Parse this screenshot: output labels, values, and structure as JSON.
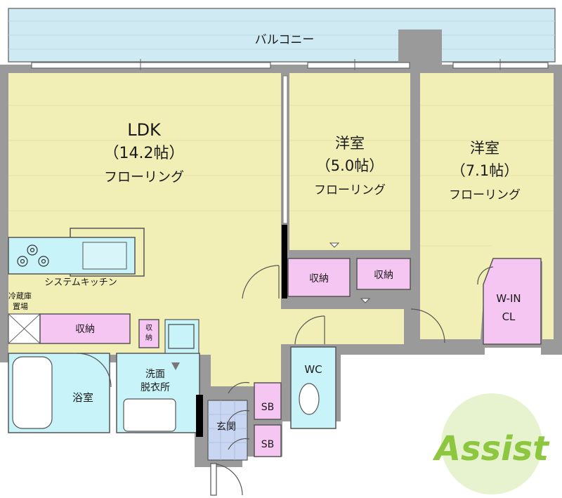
{
  "rooms": {
    "balcony": "バルコニー",
    "ldk_name": "LDK",
    "ldk_size": "（14.2帖）",
    "ldk_floor": "フローリング",
    "western1_name": "洋室",
    "western1_size": "（5.0帖）",
    "western1_floor": "フローリング",
    "western2_name": "洋室",
    "western2_size": "（7.1帖）",
    "western2_floor": "フローリング",
    "storage": "収納",
    "storage_small_1": "収",
    "storage_small_2": "納",
    "kitchen": "システムキッチン",
    "fridge_1": "冷蔵庫",
    "fridge_2": "置場",
    "bath": "浴室",
    "washroom_1": "洗面",
    "washroom_2": "脱衣所",
    "wc": "WC",
    "walkin_1": "W-IN",
    "walkin_2": "CL",
    "shoebox": "SB",
    "entrance": "玄関",
    "logo": "Assist"
  },
  "colors": {
    "floor": "#f2efb6",
    "storage": "#f6c6f2",
    "wet_area": "#c8f3f8",
    "wall": "#9a9a9a",
    "logo_green": "#8dc63f"
  }
}
